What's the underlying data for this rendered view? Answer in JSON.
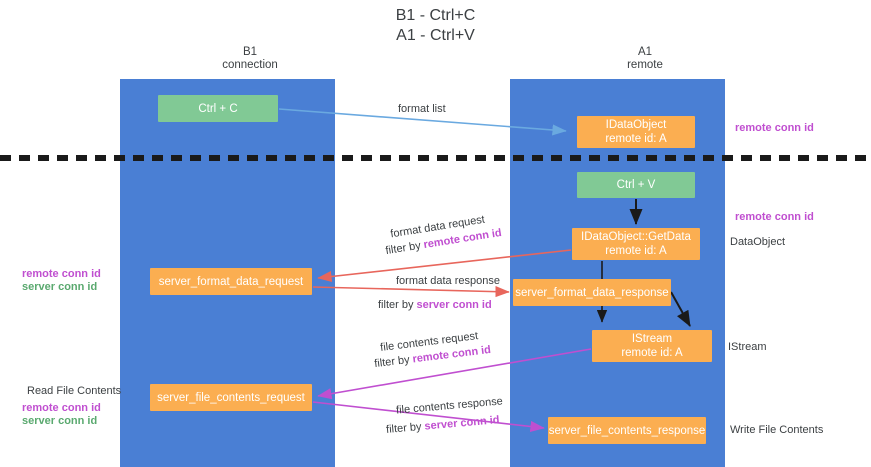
{
  "title": "B1 - Ctrl+C\nA1 - Ctrl+V",
  "columns": {
    "left": "B1\nconnection",
    "right": "A1\nremote"
  },
  "colors": {
    "lane": "#4a7fd4",
    "green_box": "#81c995",
    "orange_box": "#fbae51",
    "remote_conn_id": "#c04fd0",
    "server_conn_id": "#5aa96f",
    "format_arrow": "#e8665c",
    "file_arrow": "#c04fd0",
    "format_list_arrow": "#6aa9e0",
    "black_arrow": "#1a1a1a"
  },
  "boxes": {
    "ctrl_c": "Ctrl + C",
    "idataobject": "IDataObject\nremote id: A",
    "ctrl_v": "Ctrl + V",
    "getdata": "IDataObject::GetData\nremote id: A",
    "server_format_data_request": "server_format_data_request",
    "server_format_data_response": "server_format_data_response",
    "istream": "IStream\nremote id: A",
    "server_file_contents_request": "server_file_contents_request",
    "server_file_contents_response": "server_file_contents_response"
  },
  "arrow_labels": {
    "format_list": "format list",
    "format_data_request": "format data request",
    "format_data_request_filter_prefix": "filter by ",
    "format_data_request_filter_key": "remote conn id",
    "format_data_response": "format data response",
    "format_data_response_filter_prefix": "filter by ",
    "format_data_response_filter_key": "server conn id",
    "file_contents_request": "file contents request",
    "file_contents_request_filter_prefix": "filter by ",
    "file_contents_request_filter_key": "remote conn id",
    "file_contents_response": "file contents response",
    "file_contents_response_filter_prefix": "filter by ",
    "file_contents_response_filter_key": "server conn id"
  },
  "annotations": {
    "right_remote_conn_id_top": "remote conn id",
    "right_remote_conn_id_mid": "remote conn id",
    "right_dataobject": "DataObject",
    "right_istream": "IStream",
    "right_write_file_contents": "Write File Contents",
    "left_remote_conn_id": "remote conn id",
    "left_server_conn_id": "server conn id",
    "left_read_file_contents": "Read File Contents",
    "left_remote_conn_id_2": "remote conn id",
    "left_server_conn_id_2": "server conn id"
  }
}
